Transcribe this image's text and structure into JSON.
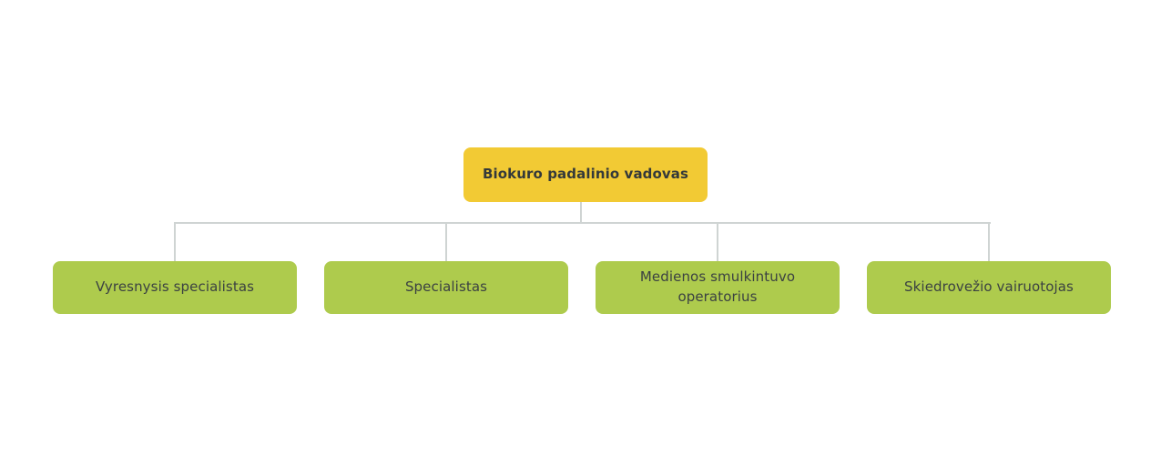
{
  "org_chart": {
    "type": "org-tree",
    "root": {
      "id": "root",
      "label": "Biokuro padalinio vadovas"
    },
    "children": [
      {
        "id": "child-0",
        "label": "Vyresnysis specialistas"
      },
      {
        "id": "child-1",
        "label": "Specialistas"
      },
      {
        "id": "child-2",
        "label": "Medienos smulkintuvo operatorius"
      },
      {
        "id": "child-3",
        "label": "Skiedrovežio vairuotojas"
      }
    ],
    "colors": {
      "root_bg": "#F2CA34",
      "child_bg": "#AECB4D",
      "connector": "#CFD4D3",
      "root_text": "#34393A",
      "child_text": "#3B4142",
      "page_bg": "#FFFFFF"
    }
  }
}
